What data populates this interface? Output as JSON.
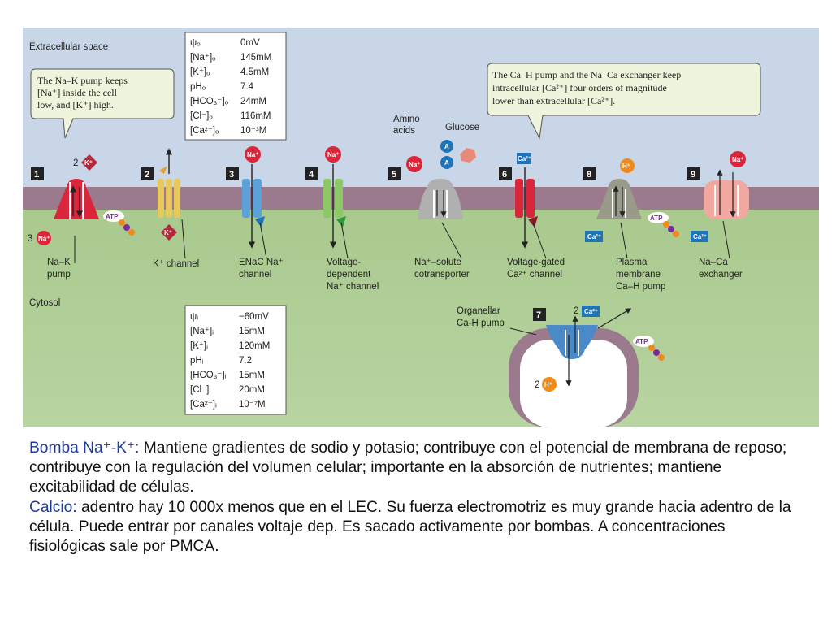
{
  "figure": {
    "region_extracellular": "Extracellular space",
    "region_cytosol": "Cytosol",
    "callout_nak": [
      "The Na–K pump keeps",
      "[Na⁺] inside the cell",
      "low, and [K⁺] high."
    ],
    "callout_ca": [
      "The Ca–H pump and the Na–Ca exchanger keep",
      "intracellular [Ca²⁺] four orders of magnitude",
      "lower than extracellular [Ca²⁺]."
    ],
    "ext_table": [
      [
        "ψₒ",
        "0mV"
      ],
      [
        "[Na⁺]ₒ",
        "145mM"
      ],
      [
        "[K⁺]ₒ",
        "4.5mM"
      ],
      [
        "pHₒ",
        "7.4"
      ],
      [
        "[HCO₃⁻]ₒ",
        "24mM"
      ],
      [
        "[Cl⁻]ₒ",
        "116mM"
      ],
      [
        "[Ca²⁺]ₒ",
        "10⁻³M"
      ]
    ],
    "int_table": [
      [
        "ψᵢ",
        "−60mV"
      ],
      [
        "[Na⁺]ᵢ",
        "15mM"
      ],
      [
        "[K⁺]ᵢ",
        "120mM"
      ],
      [
        "pHᵢ",
        "7.2"
      ],
      [
        "[HCO₃⁻]ᵢ",
        "15mM"
      ],
      [
        "[Cl⁻]ᵢ",
        "20mM"
      ],
      [
        "[Ca²⁺]ᵢ",
        "10⁻⁷M"
      ]
    ],
    "transporters": [
      {
        "number": "1",
        "label": [
          "Na–K",
          "pump"
        ]
      },
      {
        "number": "2",
        "label": [
          "K⁺ channel"
        ]
      },
      {
        "number": "3",
        "label": [
          "ENaC Na⁺",
          "channel"
        ]
      },
      {
        "number": "4",
        "label": [
          "Voltage-",
          "dependent",
          "Na⁺ channel"
        ]
      },
      {
        "number": "5",
        "label": [
          "Na⁺–solute",
          "cotransporter"
        ]
      },
      {
        "number": "6",
        "label": [
          "Voltage-gated",
          "Ca²⁺ channel"
        ]
      },
      {
        "number": "8",
        "label": [
          "Plasma",
          "membrane",
          "Ca–H pump"
        ]
      },
      {
        "number": "9",
        "label": [
          "Na–Ca",
          "exchanger"
        ]
      }
    ],
    "organelle": {
      "number": "7",
      "label": [
        "Organellar",
        "Ca-H pump"
      ]
    },
    "solutes": {
      "amino": [
        "Amino",
        "acids"
      ],
      "glucose": "Glucose"
    },
    "ions": {
      "k": "K⁺",
      "na": "Na⁺",
      "ca": "Ca²⁺",
      "h": "H⁺",
      "atp": "ATP",
      "a": "A"
    },
    "stoich": {
      "two": "2",
      "three": "3"
    },
    "colors": {
      "extracellular": "#c9d6e8",
      "cytosol": "#a4c58a",
      "membrane": "#9a7a8c",
      "na": "#d9263a",
      "k": "#b0283a",
      "ca": "#1f73b7",
      "h": "#f08a1c"
    }
  },
  "caption": {
    "p1_lead": "Bomba Na⁺-K⁺:",
    "p1_text": "  Mantiene gradientes de sodio y potasio;  contribuye con el potencial de membrana de reposo;  contribuye con la regulación del volumen celular;  importante en la absorción de nutrientes;  mantiene excitabilidad de células.",
    "p2_lead": "Calcio:",
    "p2_text": "  adentro hay 10 000x menos que en el LEC.  Su fuerza electromotriz es muy grande hacia adentro de la célula.  Puede entrar por canales voltaje dep.  Es sacado activamente por bombas.  A concentraciones fisiológicas sale por PMCA."
  }
}
